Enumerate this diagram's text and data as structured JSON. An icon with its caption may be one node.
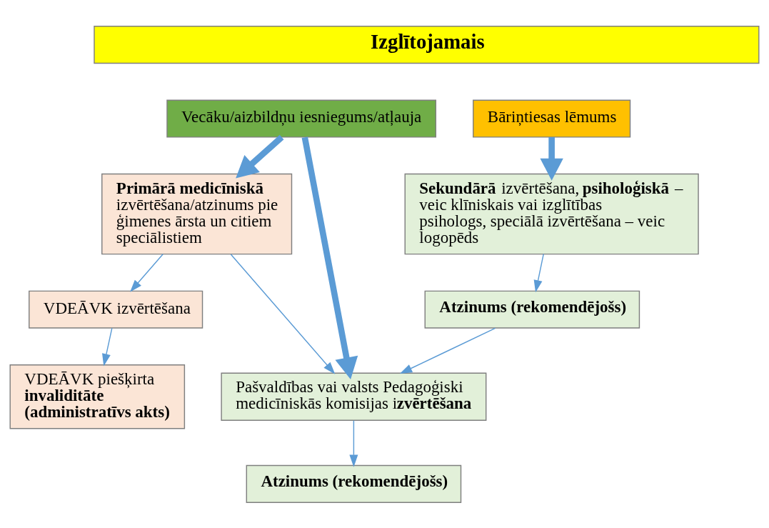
{
  "diagram": {
    "nodes": [
      {
        "text": [
          "Izglītojamais"
        ]
      },
      {
        "text": [
          "Vecāku/aizbildņu iesniegums/atļauja"
        ]
      },
      {
        "text": [
          "Bāriņtiesas lēmums"
        ]
      },
      {
        "text": [
          "**Primārā medicīniskā** izvērtēšana/atzinums pie ģimenes ārsta un citiem speciālistiem"
        ]
      },
      {
        "text": [
          "VDEĀVK izvērtēšana"
        ]
      },
      {
        "text": [
          "VDEĀVK piešķirta **invaliditāte (administratīvs akts)**"
        ]
      },
      {
        "text": [
          "**Sekundārā** izvērtēšana, **psiholoģiskā** – veic klīniskais vai izglītības psihologs, speciālā izvērtēšana – veic logopēds"
        ]
      },
      {
        "text": [
          "Atzinums (rekomendējošs)"
        ]
      },
      {
        "text": [
          "Pašvaldības vai valsts Pedagoģiski medicīniskās komisijas i**zvērtēšana**"
        ]
      },
      {
        "text": [
          "Atzinums (rekomendējošs)"
        ]
      }
    ],
    "edges": [
      {
        "from": 1,
        "to": 3,
        "arrow": "to",
        "style": "thick"
      },
      {
        "from": 1,
        "to": 8,
        "arrow": "to",
        "style": "thick"
      },
      {
        "from": 2,
        "to": 6,
        "arrow": "to",
        "style": "thick"
      },
      {
        "from": 3,
        "to": 4,
        "arrow": "to"
      },
      {
        "from": 4,
        "to": 5,
        "arrow": "to"
      },
      {
        "from": 3,
        "to": 8,
        "arrow": "to"
      },
      {
        "from": 6,
        "to": 7,
        "arrow": "to"
      },
      {
        "from": 7,
        "to": 8,
        "arrow": "to"
      },
      {
        "from": 8,
        "to": 9,
        "arrow": "to"
      }
    ]
  }
}
